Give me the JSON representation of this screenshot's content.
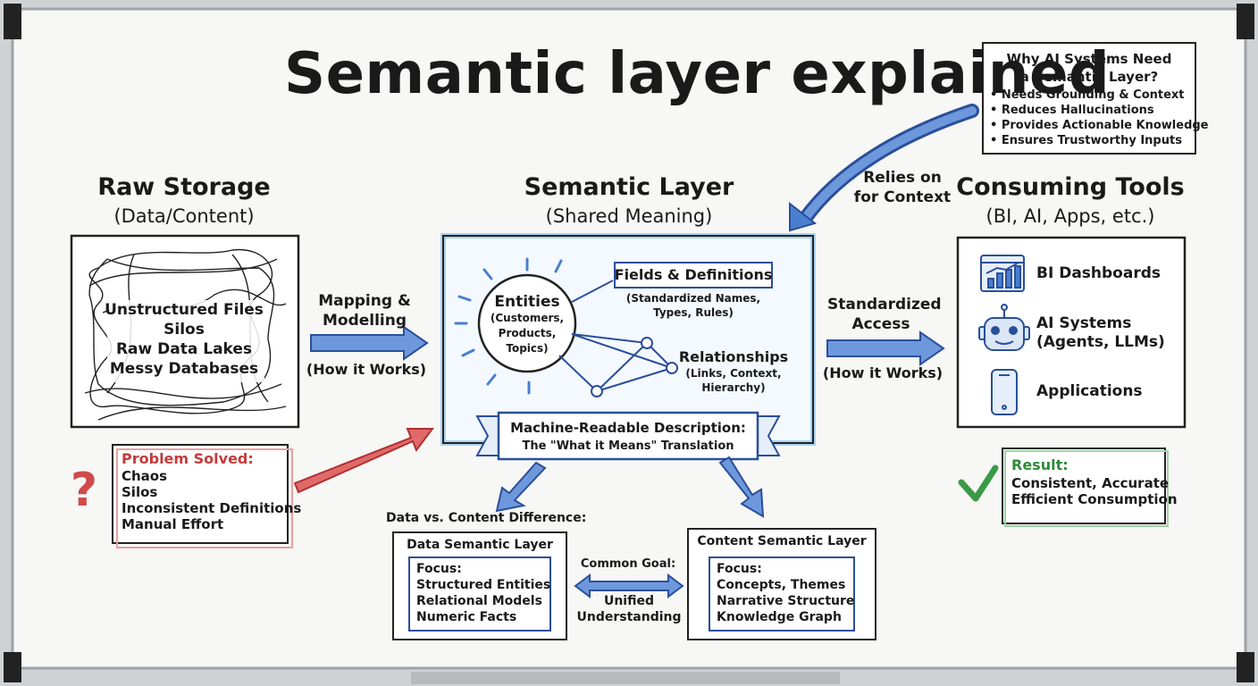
{
  "title": "Semantic layer explained",
  "why_box": {
    "heading": "Why AI Systems Need a Semantic Layer?",
    "items": [
      "• Needs Grounding & Context",
      "• Reduces Hallucinations",
      "• Provides Actionable Knowledge",
      "• Ensures Trustworthy Inputs"
    ]
  },
  "relies": "Relies on for Context",
  "raw": {
    "title": "Raw Storage",
    "subtitle": "(Data/Content)",
    "items": [
      "Unstructured Files",
      "Silos",
      "Raw Data Lakes",
      "Messy Databases"
    ]
  },
  "mapping": {
    "label": "Mapping & Modelling",
    "how": "(How it Works)"
  },
  "semantic": {
    "title": "Semantic Layer",
    "subtitle": "(Shared Meaning)",
    "entities": [
      "Entities",
      "(Customers,",
      "Products,",
      "Topics)"
    ],
    "fields_title": "Fields & Definitions",
    "fields_desc": [
      "(Standardized Names,",
      "Types, Rules)"
    ],
    "rel_title": "Relationships",
    "rel_desc": [
      "(Links, Context,",
      "Hierarchy)"
    ],
    "banner_title": "Machine-Readable Description:",
    "banner_sub": "The \"What it Means\" Translation"
  },
  "access": {
    "label": "Standardized Access",
    "how": "(How it Works)"
  },
  "consuming": {
    "title": "Consuming Tools",
    "subtitle": "(BI, AI, Apps, etc.)",
    "items": [
      "BI Dashboards",
      "AI Systems",
      "(Agents, LLMs)",
      "Applications"
    ]
  },
  "problem": {
    "heading": "Problem Solved:",
    "items": [
      "Chaos",
      "Silos",
      "Inconsistent Definitions",
      "Manual Effort"
    ]
  },
  "result": {
    "heading": "Result:",
    "items": [
      "Consistent, Accurate",
      "Efficient Consumption"
    ]
  },
  "difference_label": "Data vs. Content Difference:",
  "data_layer": {
    "title": "Data Semantic Layer",
    "items": [
      "Focus:",
      "Structured Entities",
      "Relational Models",
      "Numeric Facts"
    ]
  },
  "content_layer": {
    "title": "Content Semantic Layer",
    "items": [
      "Focus:",
      "Concepts, Themes",
      "Narrative Structure",
      "Knowledge Graph"
    ]
  },
  "common_goal": {
    "label": "Common Goal:",
    "value": [
      "Unified",
      "Understanding"
    ]
  },
  "colors": {
    "blue": "#4a7fd0",
    "red": "#d04a4a",
    "green": "#3a9a48",
    "ink": "#1a1a1a"
  }
}
